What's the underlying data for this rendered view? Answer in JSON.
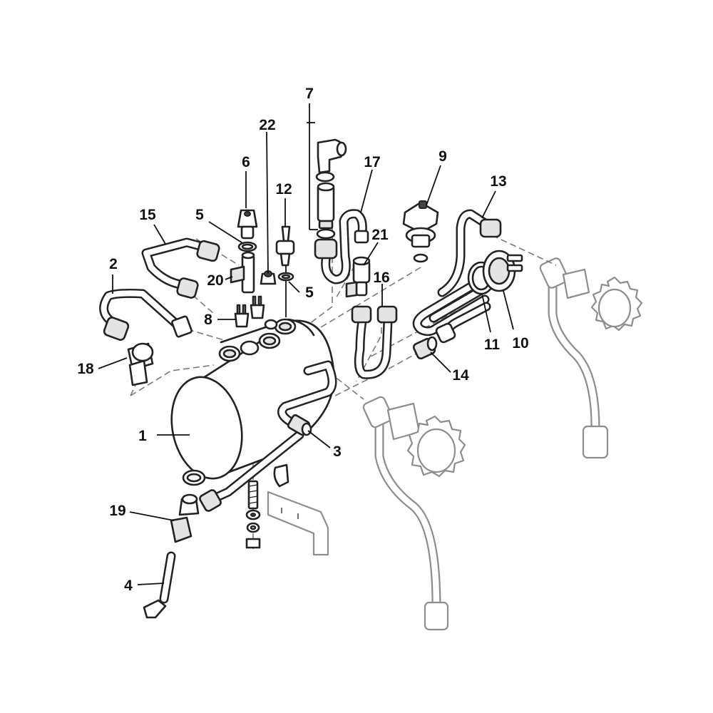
{
  "callouts": [
    {
      "id": "1",
      "text": "1"
    },
    {
      "id": "2",
      "text": "2"
    },
    {
      "id": "3",
      "text": "3"
    },
    {
      "id": "4",
      "text": "4"
    },
    {
      "id": "5a",
      "text": "5"
    },
    {
      "id": "5b",
      "text": "5"
    },
    {
      "id": "6",
      "text": "6"
    },
    {
      "id": "7",
      "text": "7"
    },
    {
      "id": "8",
      "text": "8"
    },
    {
      "id": "9",
      "text": "9"
    },
    {
      "id": "10",
      "text": "10"
    },
    {
      "id": "11",
      "text": "11"
    },
    {
      "id": "12",
      "text": "12"
    },
    {
      "id": "13",
      "text": "13"
    },
    {
      "id": "14",
      "text": "14"
    },
    {
      "id": "15",
      "text": "15"
    },
    {
      "id": "16",
      "text": "16"
    },
    {
      "id": "17",
      "text": "17"
    },
    {
      "id": "18",
      "text": "18"
    },
    {
      "id": "19",
      "text": "19"
    },
    {
      "id": "20",
      "text": "20"
    },
    {
      "id": "21",
      "text": "21"
    },
    {
      "id": "22",
      "text": "22"
    }
  ]
}
